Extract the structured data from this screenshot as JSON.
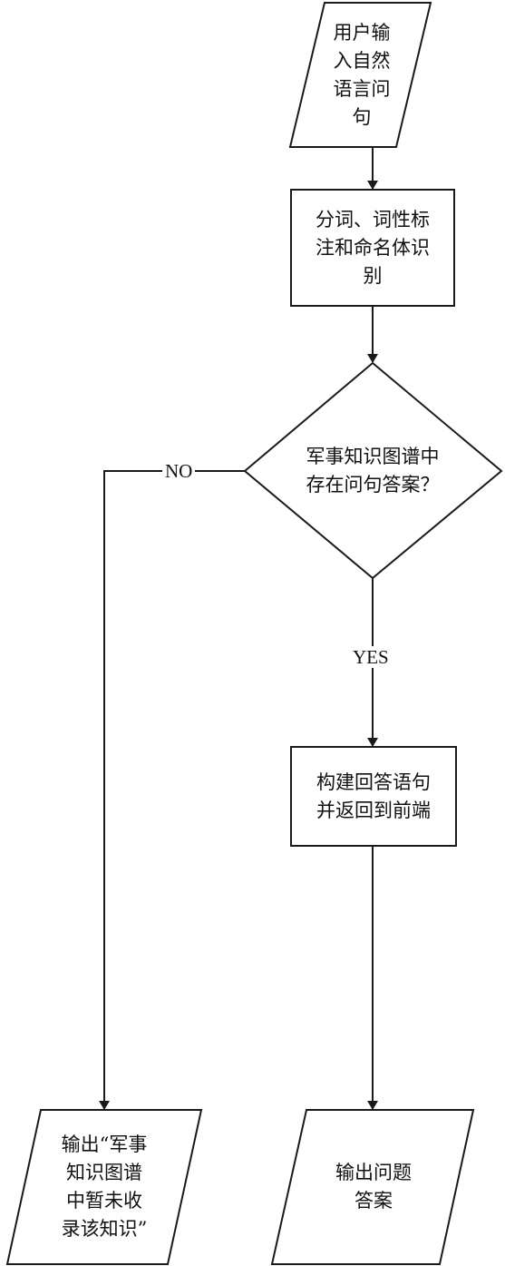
{
  "nodes": {
    "input": {
      "label": "用户输\n入自然\n语言问\n句"
    },
    "segmentation": {
      "label": "分词、词性标\n注和命名体识\n别"
    },
    "decision": {
      "label": "军事知识图谱中\n存在问句答案？"
    },
    "build_answer": {
      "label": "构建回答语句\n并返回到前端"
    },
    "output_not_found": {
      "label": "输出“军事\n知识图谱\n中暂未收\n录该知识”"
    },
    "output_answer": {
      "label": "输出问题\n答案"
    }
  },
  "edges": {
    "no_label": "NO",
    "yes_label": "YES"
  },
  "colors": {
    "stroke": "#1a1a1a",
    "fill": "#ffffff"
  }
}
